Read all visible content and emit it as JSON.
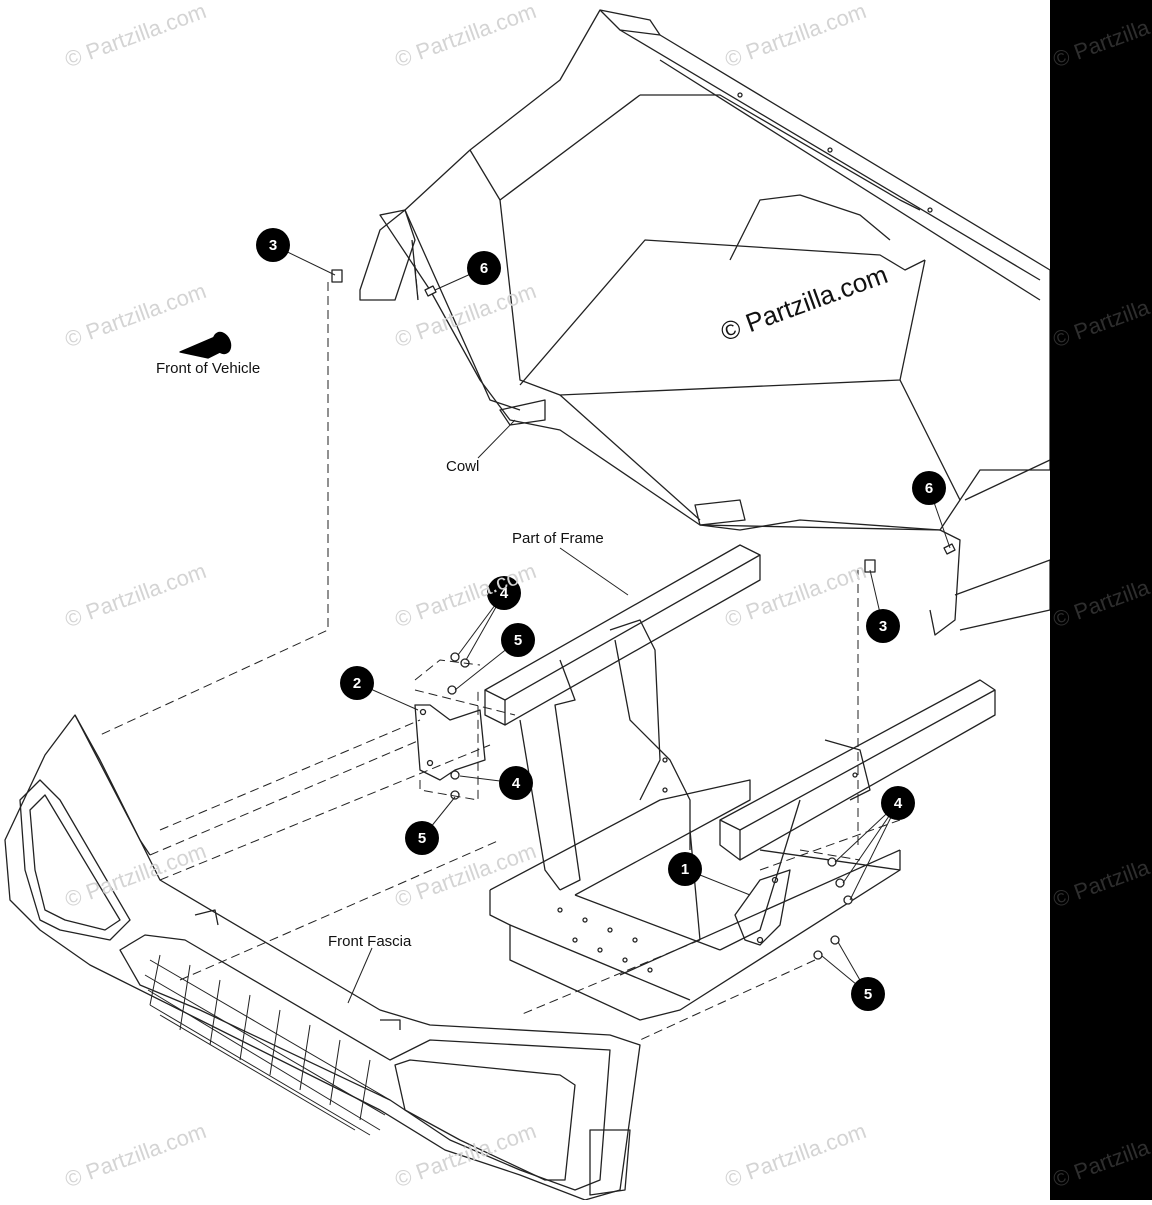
{
  "watermark": "© Partzilla.com",
  "center_watermark": "© Partzilla.com",
  "labels": {
    "front_of_vehicle": "Front of Vehicle",
    "cowl": "Cowl",
    "part_of_frame": "Part of Frame",
    "front_fascia": "Front Fascia"
  },
  "callouts": {
    "c1": "1",
    "c2": "2",
    "c3a": "3",
    "c3b": "3",
    "c4a": "4",
    "c4b": "4",
    "c4c": "4",
    "c5a": "5",
    "c5b": "5",
    "c5c": "5",
    "c6a": "6",
    "c6b": "6"
  },
  "colors": {
    "line": "#222222",
    "callout_fill": "#000000",
    "callout_text": "#ffffff",
    "band": "#000000"
  }
}
